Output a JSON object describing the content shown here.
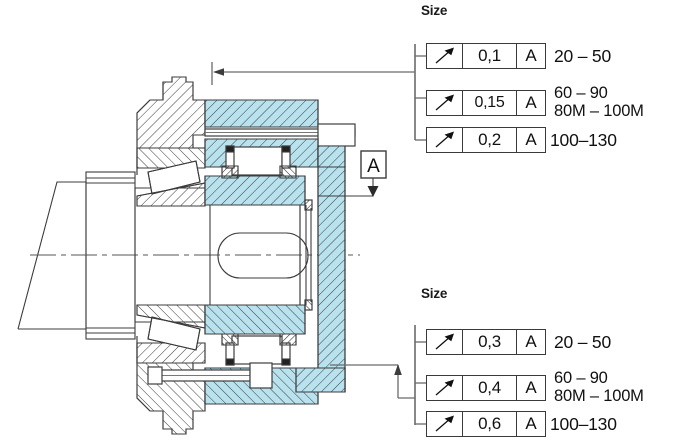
{
  "drawing": {
    "title": "bearing-arrangement-section-view",
    "datum_label": "A",
    "colors": {
      "section_fill_highlight": "#b9e2ef",
      "line": "#3c3c3c",
      "hatch": "#3c3c3c",
      "background": "#ffffff"
    }
  },
  "callouts": [
    {
      "id": "upper",
      "title": "Size",
      "rows": [
        {
          "symbol": "runout-arrow-icon",
          "tolerance": "0,1",
          "datum": "A",
          "size_range": "20 – 50",
          "size_range_line2": ""
        },
        {
          "symbol": "runout-arrow-icon",
          "tolerance": "0,15",
          "datum": "A",
          "size_range": "60 – 90",
          "size_range_line2": "80M – 100M"
        },
        {
          "symbol": "runout-arrow-icon",
          "tolerance": "0,2",
          "datum": "A",
          "size_range": "100–130",
          "size_range_line2": ""
        }
      ]
    },
    {
      "id": "lower",
      "title": "Size",
      "rows": [
        {
          "symbol": "runout-arrow-icon",
          "tolerance": "0,3",
          "datum": "A",
          "size_range": "20 – 50",
          "size_range_line2": ""
        },
        {
          "symbol": "runout-arrow-icon",
          "tolerance": "0,4",
          "datum": "A",
          "size_range": "60 – 90",
          "size_range_line2": "80M – 100M"
        },
        {
          "symbol": "runout-arrow-icon",
          "tolerance": "0,6",
          "datum": "A",
          "size_range": "100–130",
          "size_range_line2": ""
        }
      ]
    }
  ]
}
